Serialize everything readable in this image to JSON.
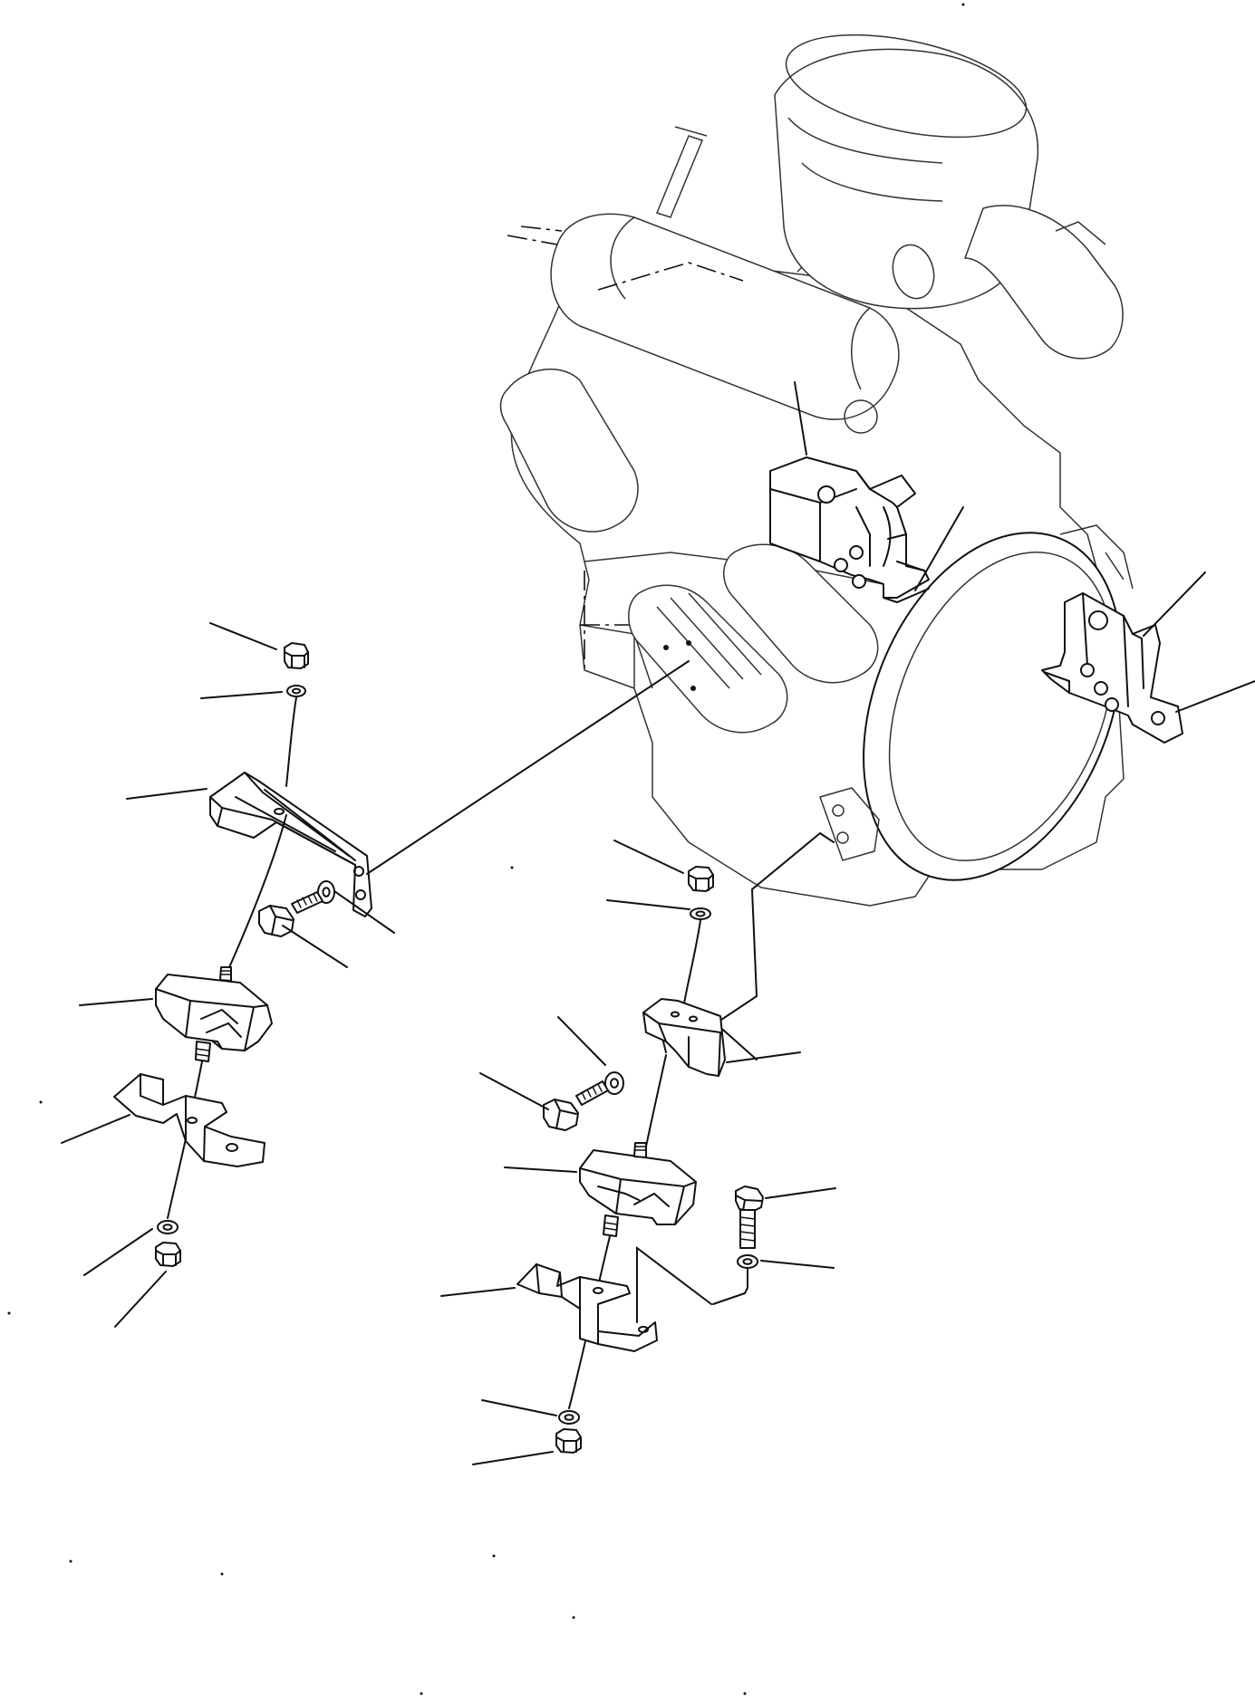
{
  "diagram": {
    "parts": [
      "engine-block",
      "air-cleaner",
      "flywheel-housing",
      "engine-mount-bracket-front",
      "engine-mount-bracket-rear",
      "left-bracket",
      "left-rubber-mount",
      "left-base-bracket",
      "center-bracket",
      "center-rubber-mount",
      "center-base-bracket",
      "bolt",
      "washer",
      "nut"
    ],
    "colors": {
      "line": "#111111",
      "background": "#ffffff"
    }
  }
}
